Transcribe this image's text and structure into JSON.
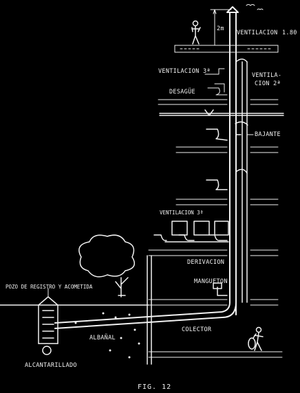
{
  "figure": {
    "caption": "FIG. 12",
    "labels": {
      "ventilacion_top": "VENTILACION",
      "ventilacion_top_value": "1.80",
      "height_mark": "2m",
      "ventilacion_3er": "VENTILACION 3ª",
      "ventilacion_2a": "VENTILA-",
      "ventilacion_2a_line2": "CION 2ª",
      "desague": "DESAGÜE",
      "bajante": "BAJANTE",
      "ventilacion_3a_lower": "VENTILACION 3ª",
      "derivacion": "DERIVACION",
      "manguetón": "MANGUETON",
      "pozo": "POZO DE REGISTRO Y ACOMETIDA",
      "alcantarillado": "ALCANTARILLADO",
      "albanal": "ALBAÑAL",
      "colector": "COLECTOR"
    }
  },
  "colors": {
    "background": "#000000",
    "ink": "#f2f2f2"
  },
  "icons": [
    "person-top-icon",
    "person-bottom-icon",
    "tree-icon",
    "birds-icon",
    "manhole-icon"
  ]
}
